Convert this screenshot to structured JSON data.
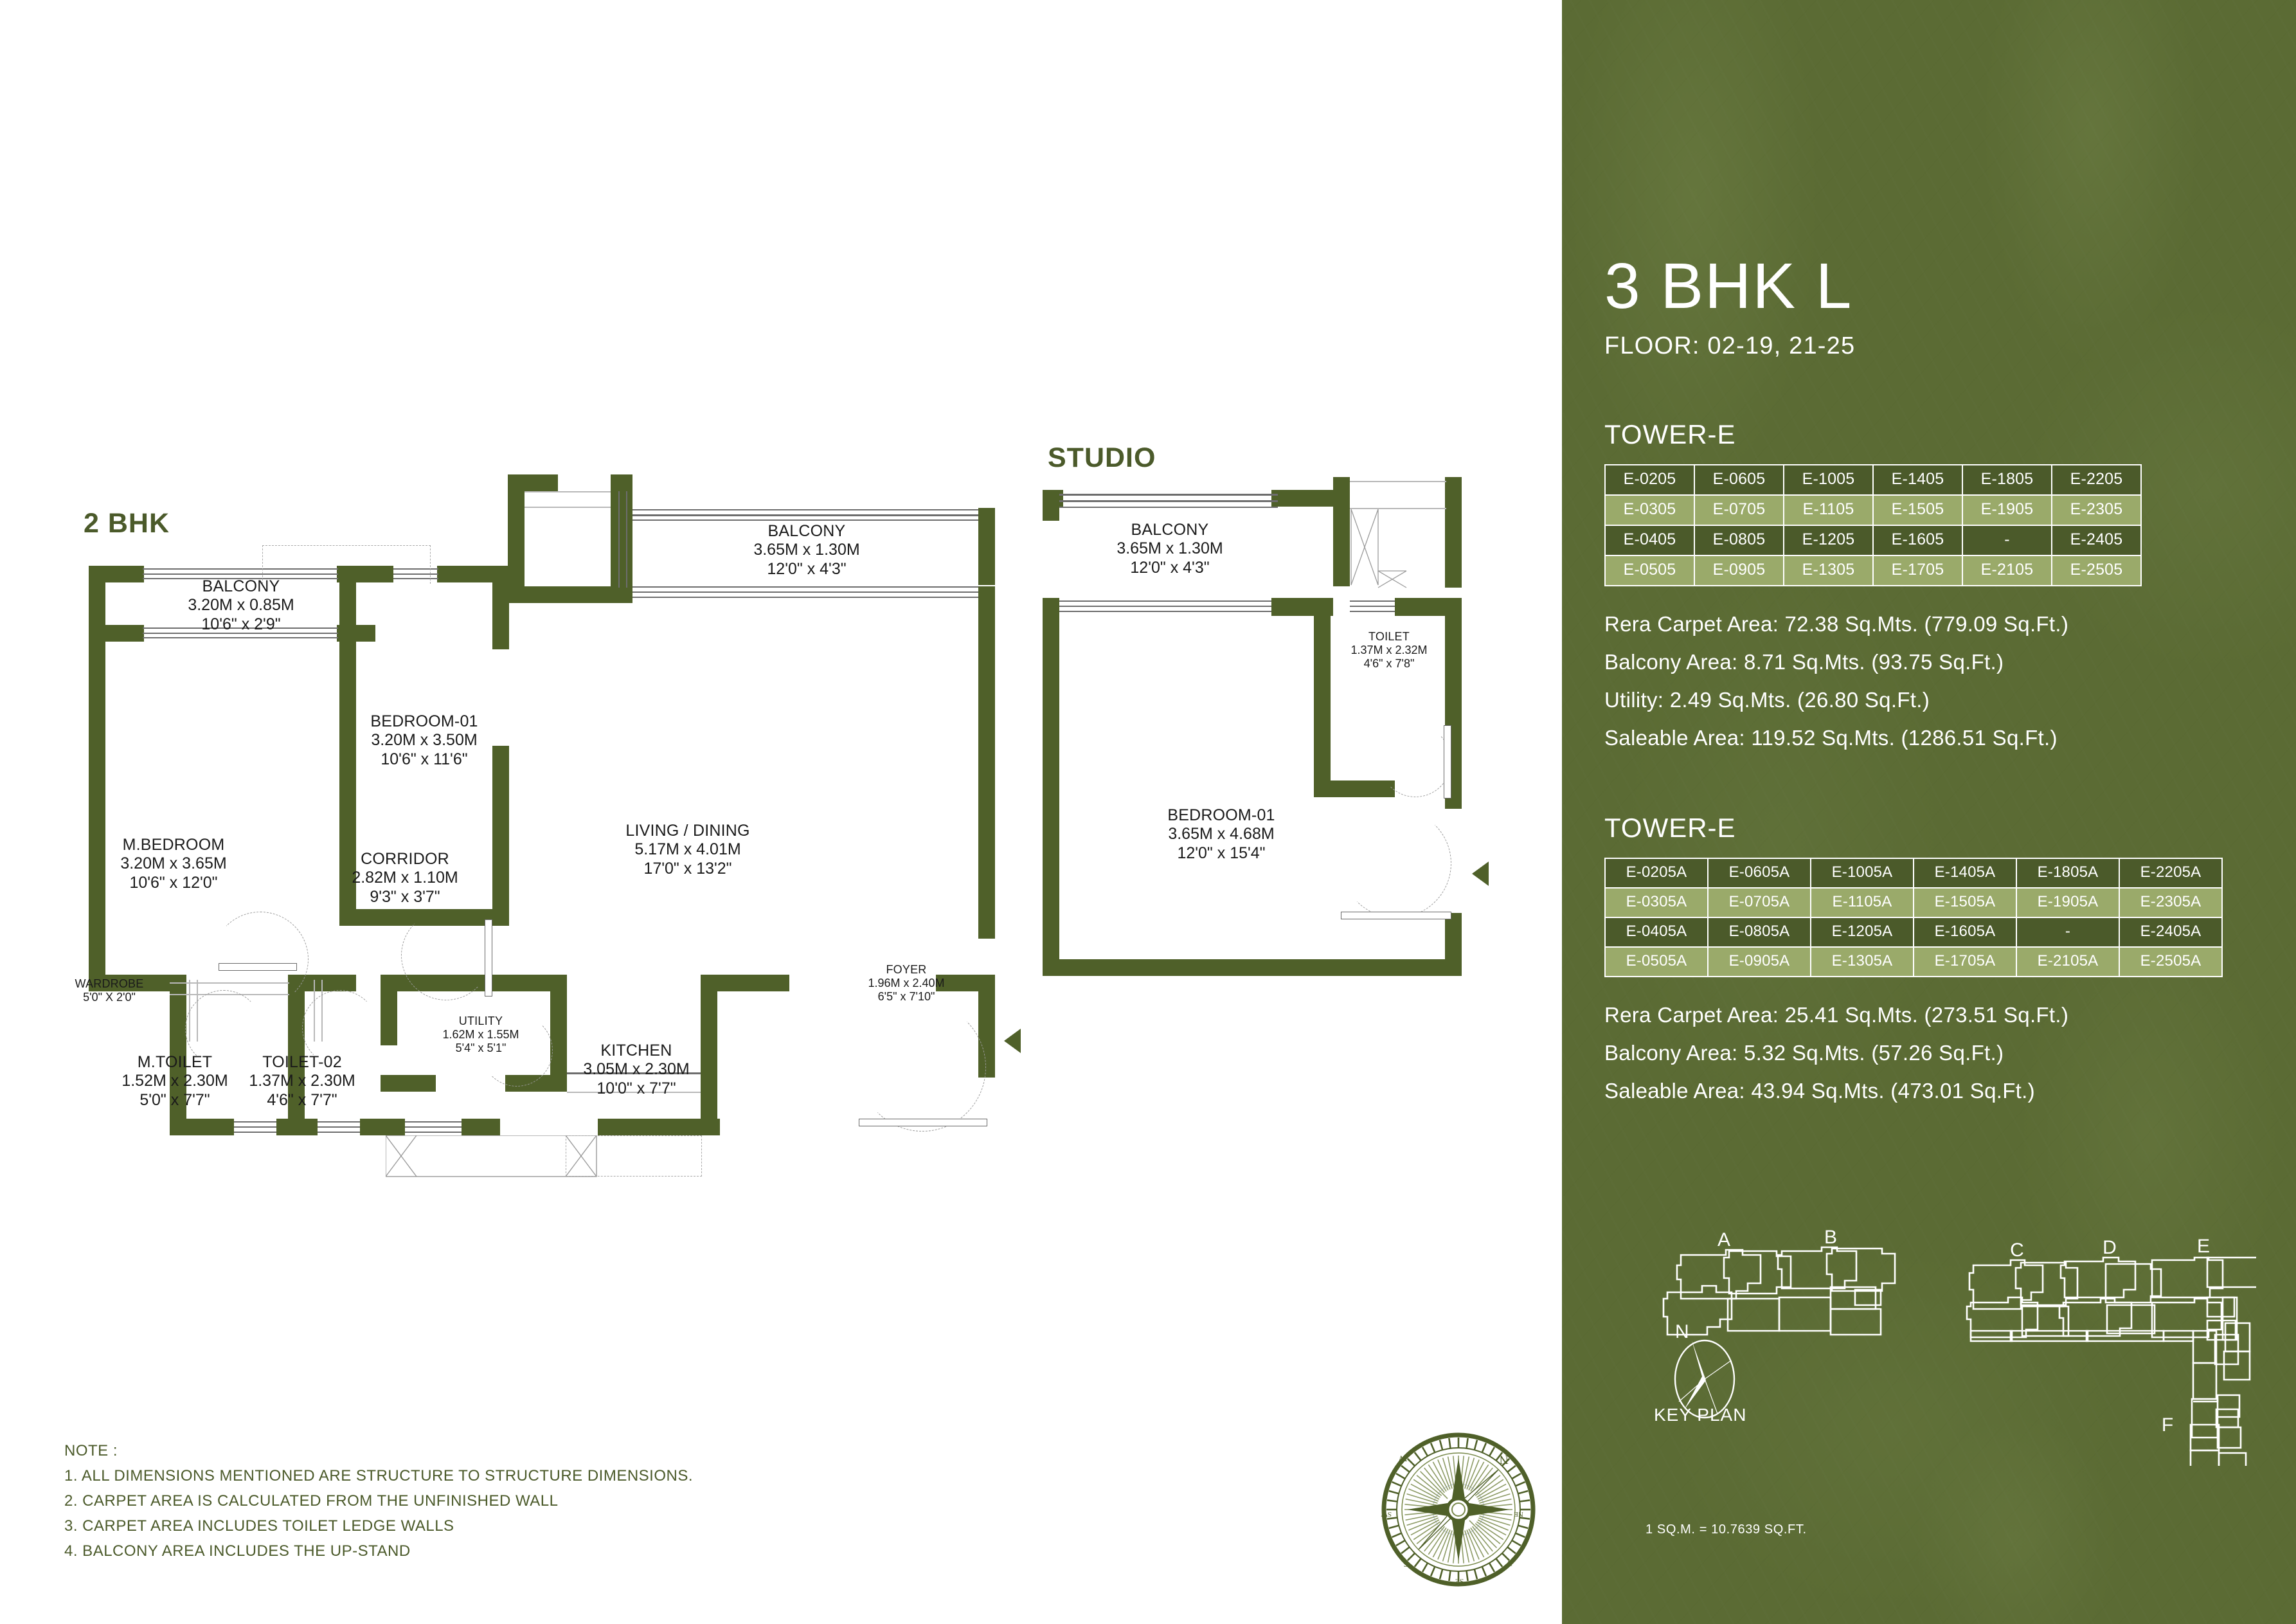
{
  "right_panel": {
    "title": "3 BHK L",
    "floor": "FLOOR: 02-19, 21-25",
    "tower_1": {
      "heading": "TOWER-E",
      "rows": [
        [
          "E-0205",
          "E-0605",
          "E-1005",
          "E-1405",
          "E-1805",
          "E-2205"
        ],
        [
          "E-0305",
          "E-0705",
          "E-1105",
          "E-1505",
          "E-1905",
          "E-2305"
        ],
        [
          "E-0405",
          "E-0805",
          "E-1205",
          "E-1605",
          "-",
          "E-2405"
        ],
        [
          "E-0505",
          "E-0905",
          "E-1305",
          "E-1705",
          "E-2105",
          "E-2505"
        ]
      ],
      "areas": [
        "Rera Carpet Area: 72.38 Sq.Mts. (779.09 Sq.Ft.)",
        "Balcony Area: 8.71 Sq.Mts. (93.75 Sq.Ft.)",
        "Utility: 2.49 Sq.Mts. (26.80 Sq.Ft.)",
        "Saleable Area: 119.52 Sq.Mts. (1286.51 Sq.Ft.)"
      ]
    },
    "tower_2": {
      "heading": "TOWER-E",
      "rows": [
        [
          "E-0205A",
          "E-0605A",
          "E-1005A",
          "E-1405A",
          "E-1805A",
          "E-2205A"
        ],
        [
          "E-0305A",
          "E-0705A",
          "E-1105A",
          "E-1505A",
          "E-1905A",
          "E-2305A"
        ],
        [
          "E-0405A",
          "E-0805A",
          "E-1205A",
          "E-1605A",
          "-",
          "E-2405A"
        ],
        [
          "E-0505A",
          "E-0905A",
          "E-1305A",
          "E-1705A",
          "E-2105A",
          "E-2505A"
        ]
      ],
      "areas": [
        "Rera Carpet Area: 25.41 Sq.Mts. (273.51 Sq.Ft.)",
        "Balcony Area: 5.32 Sq.Mts. (57.26 Sq.Ft.)",
        "Saleable Area: 43.94 Sq.Mts. (473.01 Sq.Ft.)"
      ]
    },
    "key_plan": {
      "title": "KEY PLAN",
      "blocks": [
        "A",
        "B",
        "C",
        "D",
        "E",
        "F"
      ],
      "north_label": "N"
    },
    "conversion_note": "1 SQ.M. = 10.7639 SQ.FT.",
    "colors": {
      "panel_bg": "#5b6b34",
      "cell_dark": "#4b5a2a",
      "cell_light": "#9aaa6a",
      "wall": "#4f6029",
      "text": "#ffffff"
    }
  },
  "plans": {
    "two_bhk": {
      "title": "2 BHK",
      "rooms": [
        {
          "name": "BALCONY",
          "dim_m": "3.20M x 0.85M",
          "dim_ft": "10'6\" x 2'9\""
        },
        {
          "name": "BEDROOM-01",
          "dim_m": "3.20M x 3.50M",
          "dim_ft": "10'6\" x 11'6\""
        },
        {
          "name": "BALCONY",
          "dim_m": "3.65M x 1.30M",
          "dim_ft": "12'0\" x 4'3\""
        },
        {
          "name": "M.BEDROOM",
          "dim_m": "3.20M x 3.65M",
          "dim_ft": "10'6\" x 12'0\""
        },
        {
          "name": "CORRIDOR",
          "dim_m": "2.82M x 1.10M",
          "dim_ft": "9'3\" x 3'7\""
        },
        {
          "name": "LIVING / DINING",
          "dim_m": "5.17M x 4.01M",
          "dim_ft": "17'0\" x 13'2\""
        },
        {
          "name": "WARDROBE",
          "dim_m": "",
          "dim_ft": "5'0\" X 2'0\""
        },
        {
          "name": "M.TOILET",
          "dim_m": "1.52M x 2.30M",
          "dim_ft": "5'0\" x 7'7\""
        },
        {
          "name": "TOILET-02",
          "dim_m": "1.37M x 2.30M",
          "dim_ft": "4'6\" x 7'7\""
        },
        {
          "name": "UTILITY",
          "dim_m": "1.62M x 1.55M",
          "dim_ft": "5'4\" x 5'1\""
        },
        {
          "name": "KITCHEN",
          "dim_m": "3.05M x 2.30M",
          "dim_ft": "10'0\" x 7'7\""
        },
        {
          "name": "FOYER",
          "dim_m": "1.96M x 2.40M",
          "dim_ft": "6'5\" x 7'10\""
        }
      ]
    },
    "studio": {
      "title": "STUDIO",
      "rooms": [
        {
          "name": "BALCONY",
          "dim_m": "3.65M x 1.30M",
          "dim_ft": "12'0\" x 4'3\""
        },
        {
          "name": "TOILET",
          "dim_m": "1.37M x 2.32M",
          "dim_ft": "4'6\" x 7'8\""
        },
        {
          "name": "BEDROOM-01",
          "dim_m": "3.65M x 4.68M",
          "dim_ft": "12'0\" x 15'4\""
        }
      ]
    }
  },
  "notes": {
    "header": "NOTE :",
    "items": [
      "1. ALL DIMENSIONS MENTIONED ARE STRUCTURE TO STRUCTURE DIMENSIONS.",
      "2. CARPET AREA IS CALCULATED FROM THE UNFINISHED WALL",
      "3. CARPET AREA INCLUDES TOILET LEDGE WALLS",
      "4. BALCONY AREA INCLUDES THE UP-STAND"
    ]
  },
  "compass": {
    "n": "N",
    "ne": "NE",
    "e": "E",
    "se": "SE",
    "s": "S",
    "sw": "SW",
    "w": "W",
    "nw": "NW"
  }
}
